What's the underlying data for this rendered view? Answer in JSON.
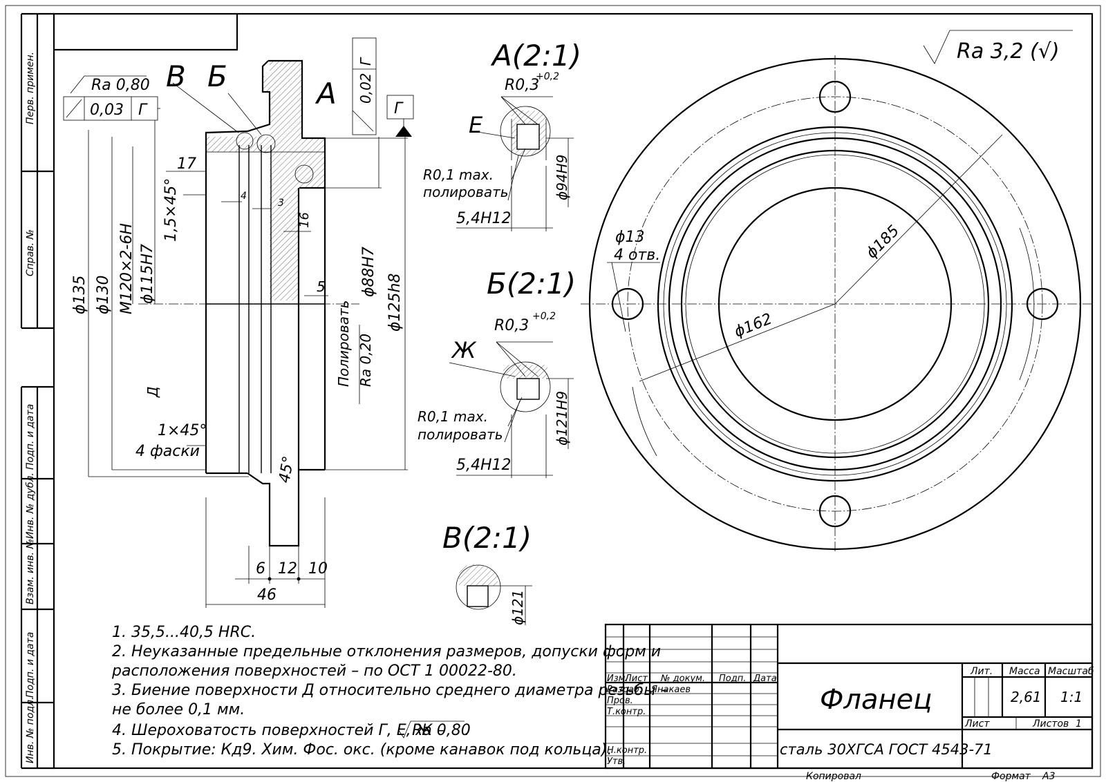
{
  "frame": {
    "side_labels": [
      "Перв. примен.",
      "Справ. №",
      "Подп. и дата",
      "Инв. № дубл.",
      "Взам. инв. №",
      "Подп. и дата",
      "Инв. № подл."
    ]
  },
  "views": {
    "section_letters": {
      "v": "В",
      "b": "Б",
      "a": "А",
      "d": "Д"
    },
    "detail_a_title": "А(2:1)",
    "detail_b_title": "Б(2:1)",
    "detail_v_title": "В(2:1)",
    "detail_a_letter": "Е",
    "detail_b_letter": "Ж"
  },
  "dimensions": {
    "d135": "ϕ135",
    "d130": "ϕ130",
    "thread": "M120×2-6H",
    "d115": "ϕ115H7",
    "chamfer": "1,5×45°",
    "d17": "17",
    "d4": "4",
    "d3": "3",
    "d16": "16",
    "d5": "5",
    "d88": "ϕ88H7",
    "d125": "ϕ125h8",
    "polish": "Полировать",
    "polish_ra": "Ra 0,20",
    "chamfers_count": "1×45°",
    "chamfers_label": "4 фаски",
    "angle45": "45°",
    "d6": "6",
    "d12": "12",
    "d10": "10",
    "d46": "46",
    "ra_top": "Ra 0,80",
    "tol_runout": "0,03",
    "tol_base": "Г",
    "tol_runout2": "0,02",
    "tol_base2": "Г",
    "datum": "Г",
    "r03": "R0,3",
    "r03_tol": "+0,2",
    "r01": "R0,1 max.",
    "polish_small": "полировать",
    "w54": "5,4H12",
    "d94": "ϕ94H9",
    "d121h9": "ϕ121H9",
    "d121": "ϕ121",
    "hole_d": "ϕ13",
    "hole_n": "4 отв.",
    "d185": "ϕ185",
    "d162": "ϕ162",
    "roughness_general": "Ra 3,2 (√)"
  },
  "notes": [
    "1.  35,5...40,5 HRC.",
    "2. Неуказанные предельные отклонения размеров, допуски форм и",
    "расположения поверхностей – по ОСТ 1 00022-80.",
    "3. Биение поверхности Д относительно среднего диаметра резьбы –",
    "не более 0,1 мм.",
    "4. Шероховатость поверхностей Г, Е, Ж –",
    "Ra 0,80",
    ".",
    "5. Покрытие: Кд9. Хим. Фос. окс. (кроме канавок под кольца)."
  ],
  "title_block": {
    "hdr_izm": "Изм.",
    "hdr_list": "Лист",
    "hdr_doc": "№ докум.",
    "hdr_podp": "Подп.",
    "hdr_data": "Дата",
    "razrab": "Разраб.",
    "razrab_name": "Янакаев",
    "prov": "Пров.",
    "tkontr": "Т.контр.",
    "nkontr": "Н.контр.",
    "utv": "Утв.",
    "part_name": "Фланец",
    "material": "сталь 30ХГСА  ГОСТ 4543-71",
    "lit": "Лит.",
    "massa": "Масса",
    "masshtab": "Масштаб",
    "mass_val": "2,61",
    "scale_val": "1:1",
    "list": "Лист",
    "listov": "Листов",
    "listov_val": "1",
    "copied": "Копировал",
    "format": "Формат",
    "format_val": "А3"
  }
}
